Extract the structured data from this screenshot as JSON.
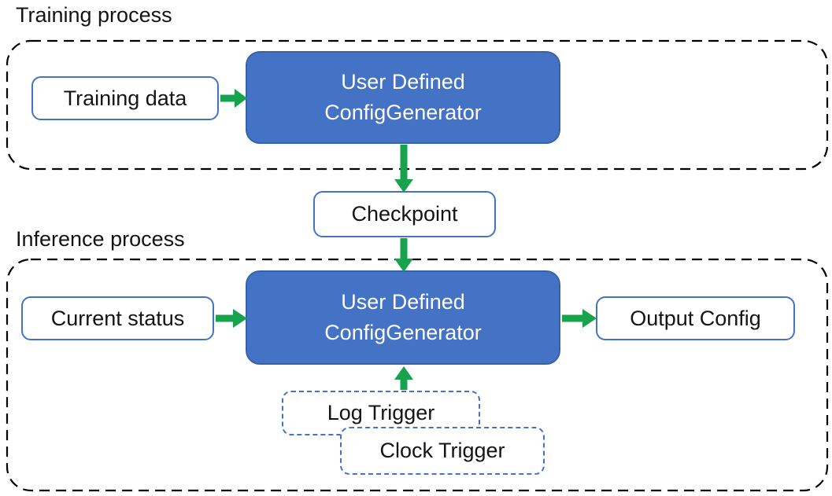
{
  "colors": {
    "node_blue": "#4472C4",
    "node_blue_border": "#3A62A8",
    "outline_blue": "#4472C4",
    "arrow_green": "#17A24E",
    "container_dash": "#000000",
    "text_dark": "#141414",
    "text_light": "#FFFFFF"
  },
  "training": {
    "section_label": "Training process",
    "input": "Training data",
    "generator": {
      "line1": "User Defined",
      "line2": "ConfigGenerator"
    }
  },
  "checkpoint": "Checkpoint",
  "inference": {
    "section_label": "Inference process",
    "input": "Current status",
    "generator": {
      "line1": "User Defined",
      "line2": "ConfigGenerator"
    },
    "output": "Output Config",
    "triggers": {
      "log": "Log Trigger",
      "clock": "Clock Trigger"
    }
  }
}
